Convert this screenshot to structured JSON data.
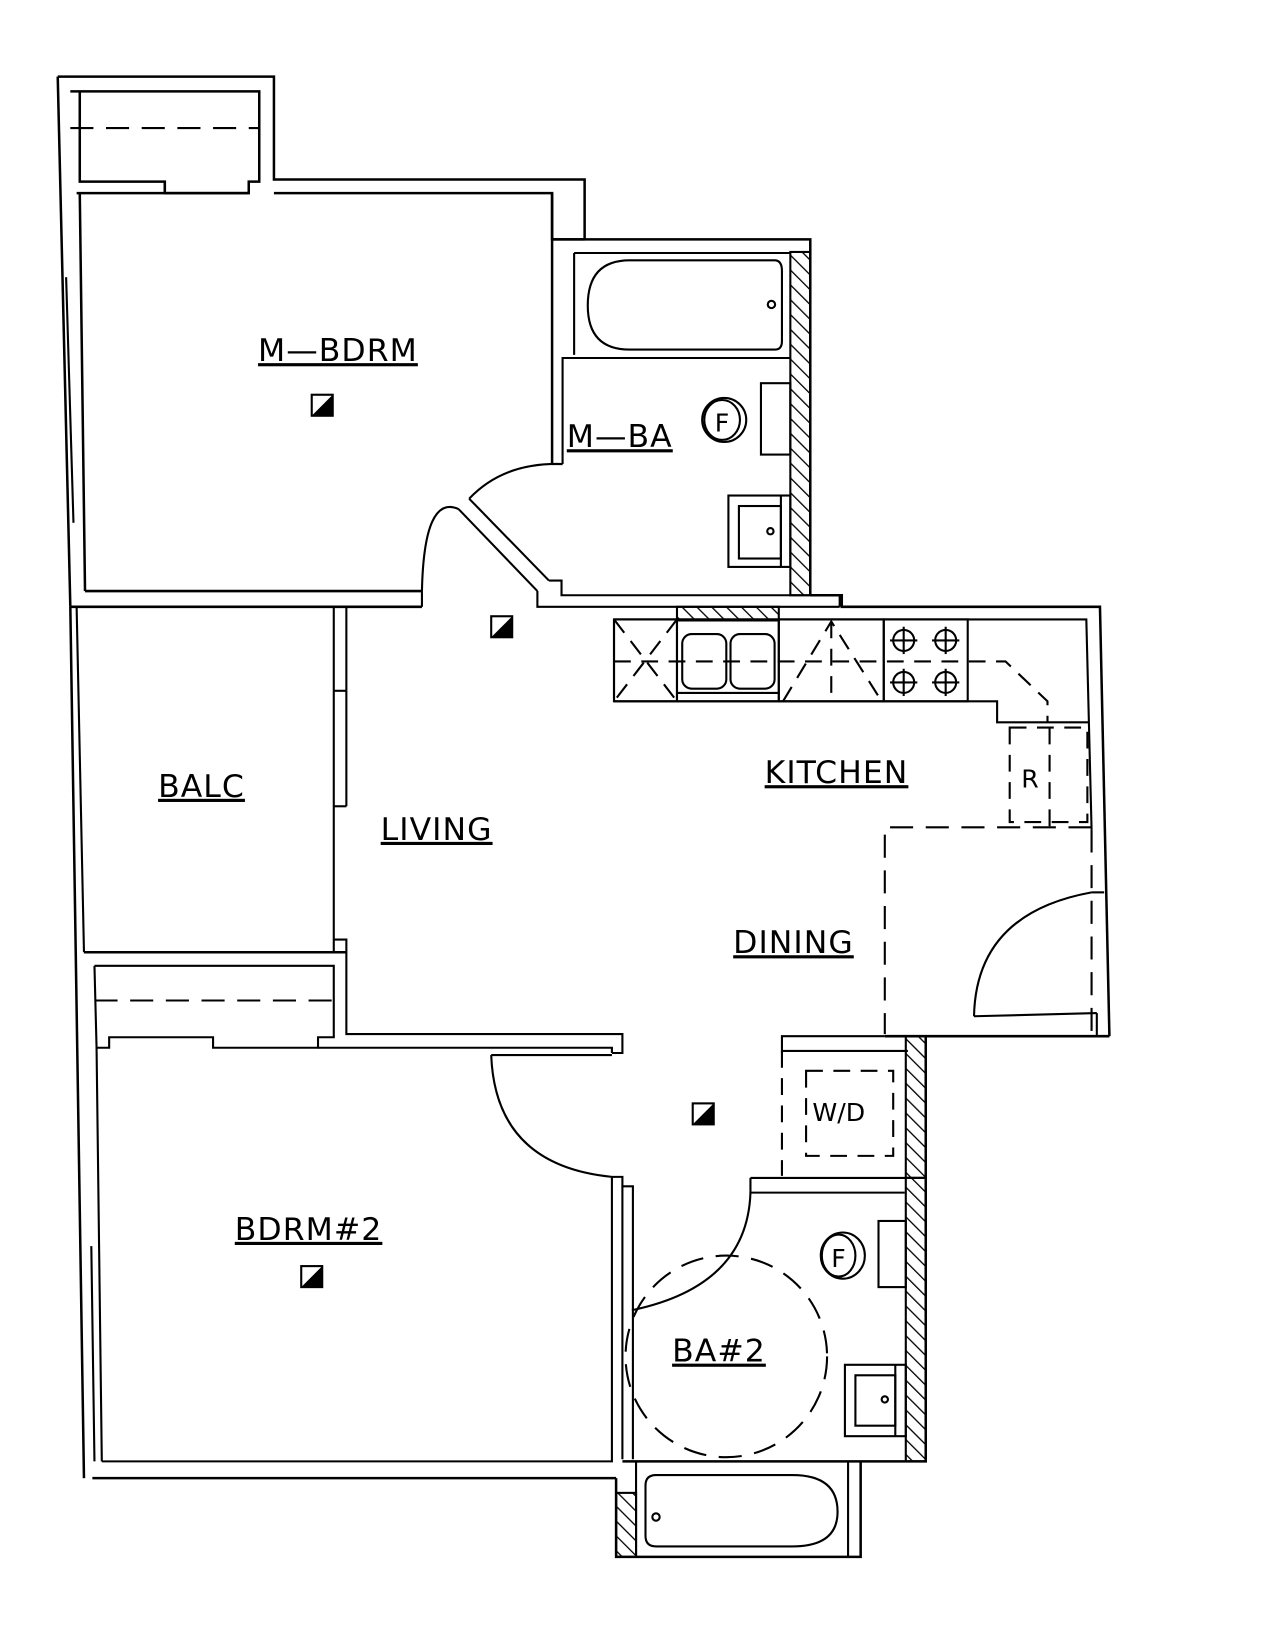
{
  "plan": {
    "type": "apartment floor plan",
    "rooms": [
      {
        "id": "m-bdrm",
        "label": "M—BDRM"
      },
      {
        "id": "m-ba",
        "label": "M—BA"
      },
      {
        "id": "balc",
        "label": "BALC"
      },
      {
        "id": "living",
        "label": "LIVING"
      },
      {
        "id": "kitchen",
        "label": "KITCHEN"
      },
      {
        "id": "dining",
        "label": "DINING"
      },
      {
        "id": "bdrm2",
        "label": "BDRM#2"
      },
      {
        "id": "ba2",
        "label": "BA#2"
      }
    ],
    "fixtures": {
      "refrigerator": "R",
      "washer_dryer": "W/D",
      "toilet_m_ba": "F",
      "toilet_ba2": "F"
    },
    "symbols": [
      "smoke-detector",
      "smoke-detector",
      "smoke-detector",
      "smoke-detector"
    ],
    "colors": {
      "line": "#000000",
      "background": "#ffffff"
    }
  }
}
